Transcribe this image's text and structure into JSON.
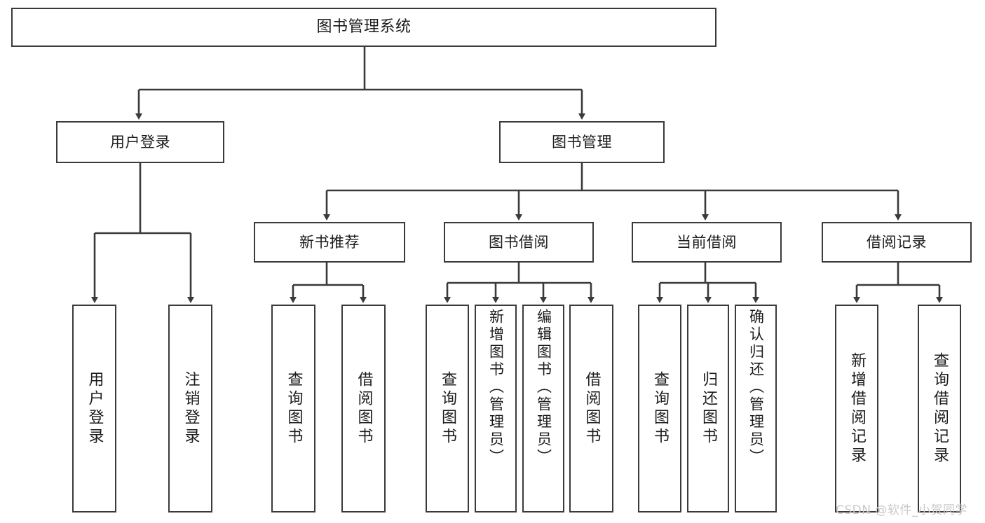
{
  "diagram": {
    "type": "tree",
    "title": "图书管理系统",
    "watermark": "CSDN @软件_小贺同学",
    "colors": {
      "background": "#ffffff",
      "box_border": "#3a3a3a",
      "connector": "#3a3a3a",
      "text": "#1c1c1c",
      "watermark": "#c9c9c9"
    },
    "root": {
      "label": "图书管理系统"
    },
    "level1": [
      {
        "id": "user-login",
        "label": "用户登录"
      },
      {
        "id": "book-manage",
        "label": "图书管理"
      }
    ],
    "level2": [
      {
        "id": "new-book-recommend",
        "label": "新书推荐",
        "parent": "book-manage"
      },
      {
        "id": "book-borrow",
        "label": "图书借阅",
        "parent": "book-manage"
      },
      {
        "id": "current-borrow",
        "label": "当前借阅",
        "parent": "book-manage"
      },
      {
        "id": "borrow-record",
        "label": "借阅记录",
        "parent": "book-manage"
      }
    ],
    "leaves": [
      {
        "id": "leaf-user-login",
        "label": "用户登录",
        "parent": "user-login"
      },
      {
        "id": "leaf-logout",
        "label": "注销登录",
        "parent": "user-login"
      },
      {
        "id": "leaf-query-book-1",
        "label": "查询图书",
        "parent": "new-book-recommend"
      },
      {
        "id": "leaf-borrow-book-1",
        "label": "借阅图书",
        "parent": "new-book-recommend"
      },
      {
        "id": "leaf-query-book-2",
        "label": "查询图书",
        "parent": "book-borrow"
      },
      {
        "id": "leaf-add-book",
        "label": "新增图书（管理员）",
        "parent": "book-borrow"
      },
      {
        "id": "leaf-edit-book",
        "label": "编辑图书（管理员）",
        "parent": "book-borrow"
      },
      {
        "id": "leaf-borrow-book-2",
        "label": "借阅图书",
        "parent": "book-borrow"
      },
      {
        "id": "leaf-query-book-3",
        "label": "查询图书",
        "parent": "current-borrow"
      },
      {
        "id": "leaf-return-book",
        "label": "归还图书",
        "parent": "current-borrow"
      },
      {
        "id": "leaf-confirm-return",
        "label": "确认归还（管理员）",
        "parent": "current-borrow"
      },
      {
        "id": "leaf-add-record",
        "label": "新增借阅记录",
        "parent": "borrow-record"
      },
      {
        "id": "leaf-query-record",
        "label": "查询借阅记录",
        "parent": "borrow-record"
      }
    ]
  }
}
